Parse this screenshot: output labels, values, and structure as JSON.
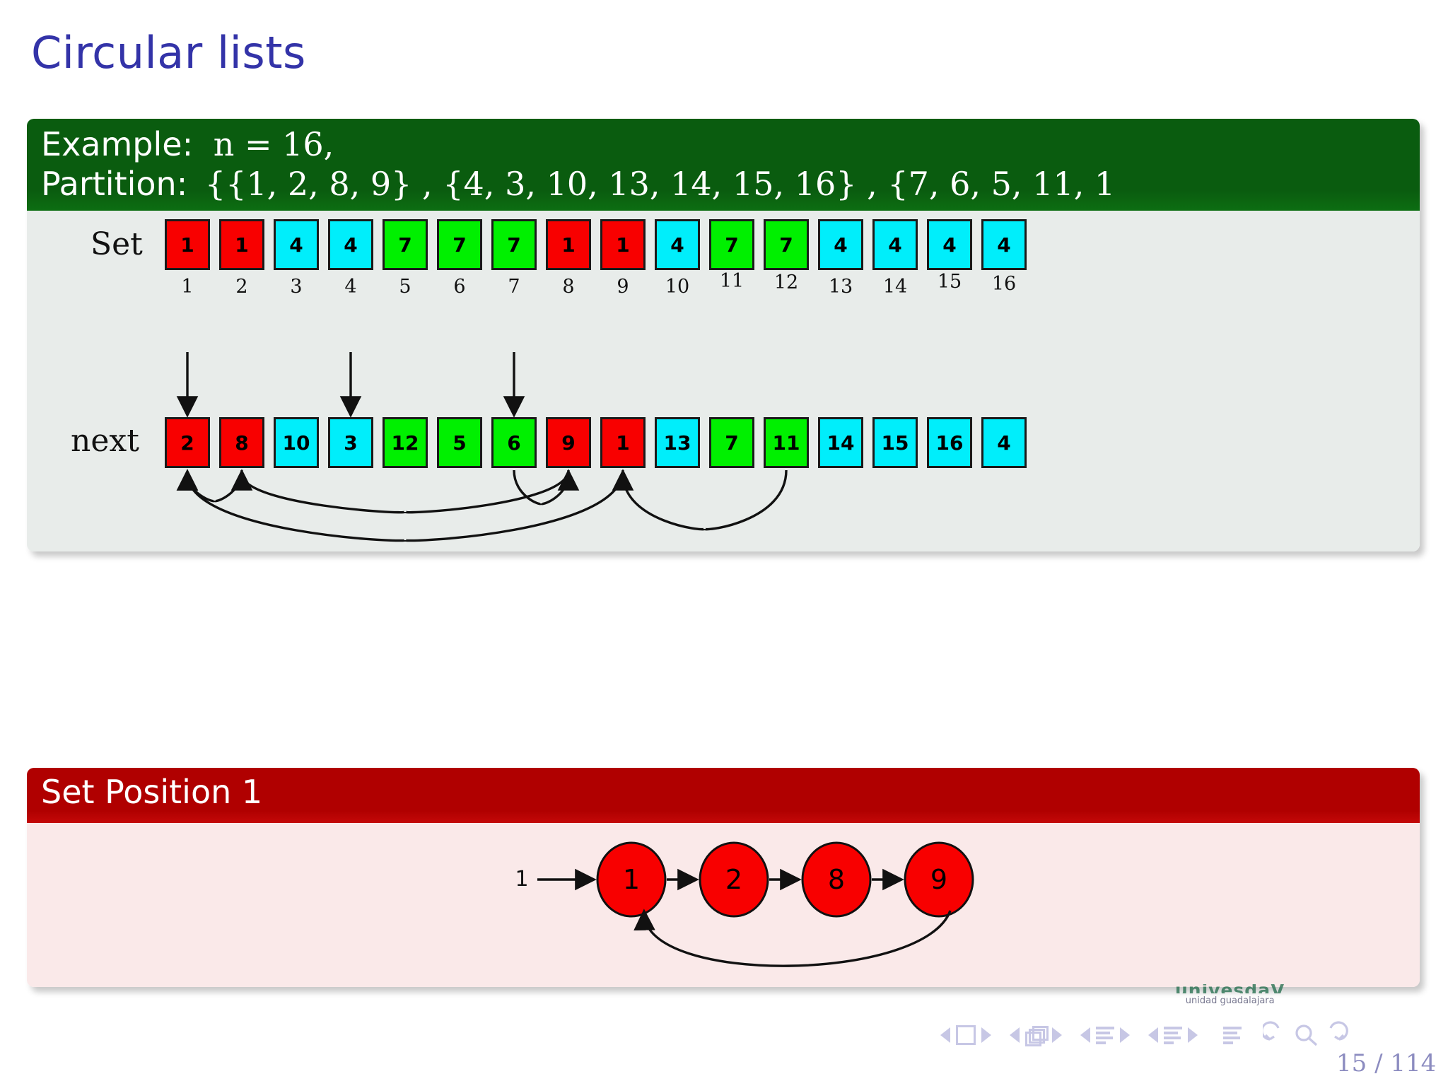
{
  "slide": {
    "title": "Circular lists",
    "page_number": "15 / 114"
  },
  "example_block": {
    "title_line1_prefix": "Example:",
    "title_line1_math": "n  =  16,",
    "title_line2_prefix": "Partition:",
    "title_line2_math": "{{1, 2, 8, 9} ,   {4, 3, 10, 13, 14, 15, 16} ,   {7, 6, 5, 11, 1",
    "set_row_label": "Set",
    "next_row_label": "next",
    "indices": [
      "1",
      "2",
      "3",
      "4",
      "5",
      "6",
      "7",
      "8",
      "9",
      "10",
      "11",
      "12",
      "13",
      "14",
      "15",
      "16"
    ],
    "set_values": [
      "1",
      "1",
      "4",
      "4",
      "7",
      "7",
      "7",
      "1",
      "1",
      "4",
      "7",
      "7",
      "4",
      "4",
      "4",
      "4"
    ],
    "set_colors": [
      "#f80000",
      "#f80000",
      "#00eefb",
      "#00eefb",
      "#00f000",
      "#00f000",
      "#00f000",
      "#f80000",
      "#f80000",
      "#00eefb",
      "#00f000",
      "#00f000",
      "#00eefb",
      "#00eefb",
      "#00eefb",
      "#00eefb"
    ],
    "next_values": [
      "2",
      "8",
      "10",
      "3",
      "12",
      "5",
      "6",
      "9",
      "1",
      "13",
      "7",
      "11",
      "14",
      "15",
      "16",
      "4"
    ],
    "next_colors": [
      "#f80000",
      "#f80000",
      "#00eefb",
      "#00eefb",
      "#00f000",
      "#00f000",
      "#00f000",
      "#f80000",
      "#f80000",
      "#00eefb",
      "#00f000",
      "#00f000",
      "#00eefb",
      "#00eefb",
      "#00eefb",
      "#00eefb"
    ],
    "head_pointer_positions": [
      1,
      4,
      7
    ],
    "back_edges": [
      {
        "from": 2,
        "to": 1
      },
      {
        "from": 8,
        "to": 2
      },
      {
        "from": 9,
        "to": 1
      },
      {
        "from": 7,
        "to": 8
      },
      {
        "from": 12,
        "to": 9
      }
    ]
  },
  "setpos_block": {
    "title": "Set Position 1",
    "entry_label": "1",
    "nodes": [
      "1",
      "2",
      "8",
      "9"
    ],
    "wrap_edge": {
      "from": "9",
      "to": "1"
    }
  },
  "footer": {
    "logo_main": "univesdaV",
    "logo_sub": "unidad guadalajara"
  },
  "colors": {
    "title": "#3333a8",
    "example_block_header": "#0a5c0f",
    "example_block_body": "#e8ecea",
    "setpos_block_header": "#b00000",
    "setpos_block_body": "#fae9e9",
    "node_fill": "#f80000",
    "cyan": "#00eefb",
    "green": "#00f000",
    "red": "#f80000"
  }
}
